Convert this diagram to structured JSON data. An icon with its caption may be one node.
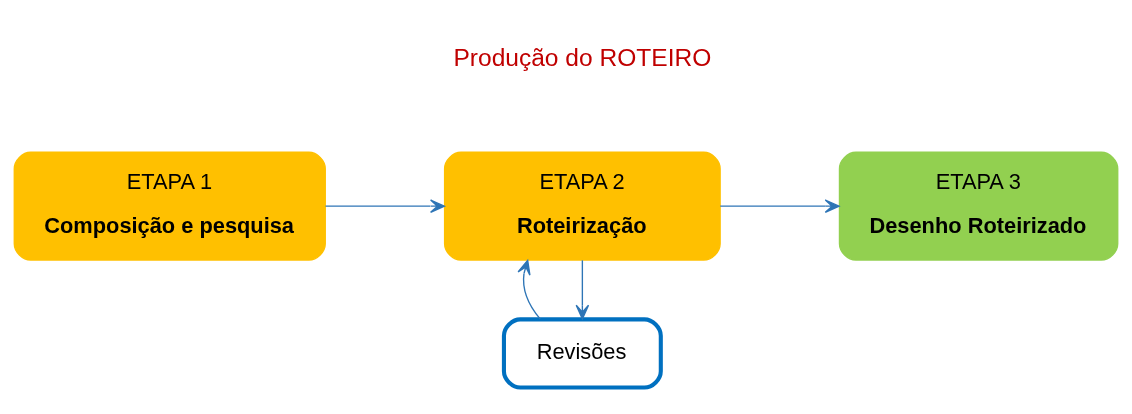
{
  "diagram": {
    "nodes": [
      {
        "text": [
          "ETAPA 1",
          "Composição e pesquisa"
        ]
      },
      {
        "text": [
          "ETAPA 2",
          "Roteirização"
        ]
      },
      {
        "text": [
          "ETAPA 3",
          "Desenho Roteirizado"
        ]
      },
      {
        "text": [
          "Revisões"
        ]
      }
    ],
    "edges": [
      {
        "from": 0,
        "to": 1,
        "arrow": "to"
      },
      {
        "from": 1,
        "to": 2,
        "arrow": "to"
      },
      {
        "from": 1,
        "to": 3,
        "arrow": "to"
      },
      {
        "from": 3,
        "to": 1,
        "arrow": "to"
      }
    ],
    "labels": [
      "Produção do ROTEIRO"
    ]
  }
}
